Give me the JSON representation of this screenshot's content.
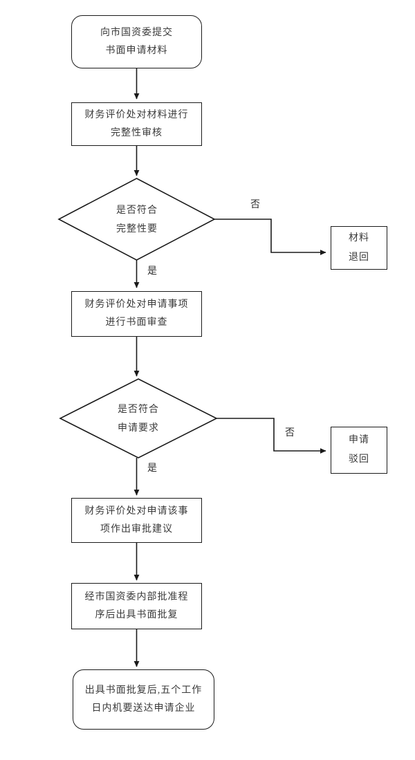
{
  "diagram": {
    "title": "",
    "type": "flowchart",
    "orientation": "vertical",
    "colors": {
      "background": "#ffffff",
      "stroke": "#1a1a1a",
      "text": "#3a3a3a",
      "edge": "#2b2b2b"
    },
    "nodes": [
      {
        "id": "n1",
        "shape": "terminator",
        "lines": [
          "向市国资委提交",
          "书面申请材料"
        ]
      },
      {
        "id": "n2",
        "shape": "process",
        "lines": [
          "财务评价处对材料进行",
          "完整性审核"
        ]
      },
      {
        "id": "d1",
        "shape": "decision",
        "lines": [
          "是否符合",
          "完整性要"
        ]
      },
      {
        "id": "n3",
        "shape": "smallbox",
        "lines": [
          "材料",
          "退回"
        ]
      },
      {
        "id": "n4",
        "shape": "process",
        "lines": [
          "财务评价处对申请事项",
          "进行书面审查"
        ]
      },
      {
        "id": "d2",
        "shape": "decision",
        "lines": [
          "是否符合",
          "申请要求"
        ]
      },
      {
        "id": "n5",
        "shape": "smallbox",
        "lines": [
          "申请",
          "驳回"
        ]
      },
      {
        "id": "n6",
        "shape": "process",
        "lines": [
          "财务评价处对申请该事",
          "项作出审批建议"
        ]
      },
      {
        "id": "n7",
        "shape": "process",
        "lines": [
          "经市国资委内部批准程",
          "序后出具书面批复"
        ]
      },
      {
        "id": "n8",
        "shape": "terminator",
        "lines": [
          "出具书面批复后,五个工作",
          "日内机要送达申请企业"
        ]
      }
    ],
    "edge_labels": {
      "d1_no": "否",
      "d1_yes": "是",
      "d2_no": "否",
      "d2_yes": "是"
    }
  }
}
